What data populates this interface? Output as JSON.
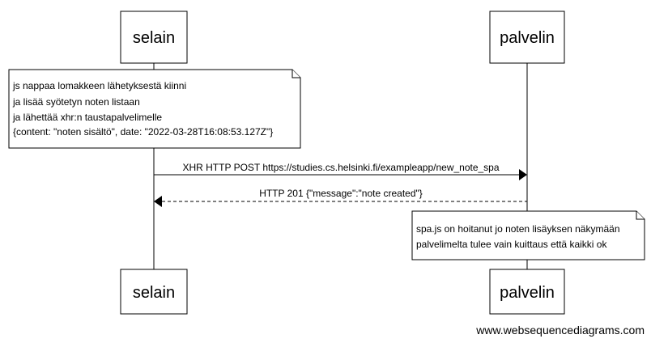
{
  "participants": {
    "browser": "selain",
    "server": "palvelin"
  },
  "note_browser": {
    "lines": [
      "js nappaa lomakkeen lähetyksestä kiinni",
      "ja lisää syötetyn noten listaan",
      "ja lähettää xhr:n taustapalvelimelle",
      "{content: \"noten sisältö\", date: \"2022-03-28T16:08:53.127Z\"}"
    ]
  },
  "messages": [
    {
      "label": "XHR HTTP POST https://studies.cs.helsinki.fi/exampleapp/new_note_spa",
      "style": "solid"
    },
    {
      "label": "HTTP 201 {\"message\":\"note created\"}",
      "style": "dashed"
    }
  ],
  "note_server": {
    "lines": [
      "spa.js on hoitanut jo noten lisäyksen näkymään",
      "palvelimelta tulee vain kuittaus että kaikki ok"
    ]
  },
  "footer": "www.websequencediagrams.com"
}
